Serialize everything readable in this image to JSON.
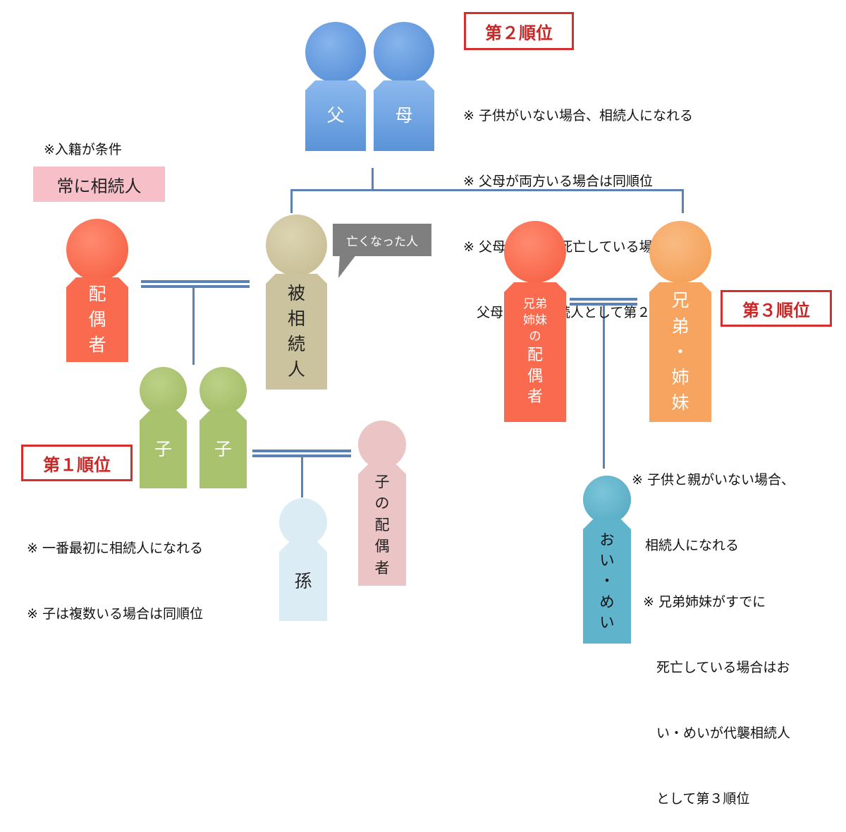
{
  "parents": {
    "father": "父",
    "mother": "母"
  },
  "rank2": {
    "title": "第２順位",
    "notes": [
      "※ 子供がいない場合、相続人になれる",
      "※ 父母が両方いる場合は同順位",
      "※ 父母がすでに死亡している場合は祖",
      "　父母が代襲相続人として第２順位"
    ]
  },
  "spouse": {
    "condition": "※入籍が条件",
    "always": "常に相続人",
    "label": [
      "配",
      "偶",
      "者"
    ]
  },
  "deceased": {
    "bubble": "亡くなった人",
    "label": [
      "被",
      "相",
      "続",
      "人"
    ]
  },
  "children": {
    "child1": "子",
    "child2": "子"
  },
  "rank1": {
    "title": "第１順位",
    "notes": [
      "※ 一番最初に相続人になれる",
      "※ 子は複数いる場合は同順位"
    ]
  },
  "grandchild": {
    "label": "孫"
  },
  "child_spouse": {
    "label": [
      "子",
      "の",
      "配",
      "偶",
      "者"
    ]
  },
  "sibling_spouse": {
    "label": [
      "兄弟",
      "姉妹",
      "の",
      "配",
      "偶",
      "者"
    ]
  },
  "siblings": {
    "label": [
      "兄",
      "弟",
      "・",
      "姉",
      "妹"
    ]
  },
  "rank3": {
    "title": "第３順位",
    "notes": [
      "※ 子供と親がいない場合、",
      "　相続人になれる"
    ]
  },
  "nephew": {
    "label": [
      "お",
      "い",
      "・",
      "め",
      "い"
    ]
  },
  "nephew_note": {
    "notes": [
      "※ 兄弟姉妹がすでに",
      "　死亡している場合はお",
      "　い・めいが代襲相続人",
      "　として第３順位"
    ]
  },
  "colors": {
    "parents": "#6a9fe2",
    "spouse": "#fa6a4f",
    "deceased": "#cbc29e",
    "child": "#a9c26e",
    "grandchild": "#dcecf5",
    "child_spouse": "#ebc4c6",
    "sibling_spouse": "#fa6a4f",
    "siblings": "#f6a45f",
    "nephew": "#5fb4cc",
    "rank_border": "#d62d2d",
    "connector": "#5b82b3"
  }
}
